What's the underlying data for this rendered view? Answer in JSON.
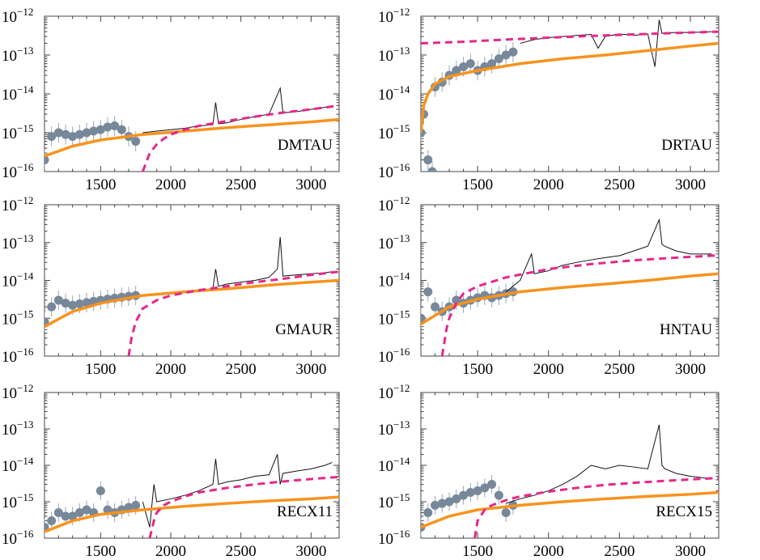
{
  "colors": {
    "spectrum": "#111111",
    "points": "#77889a",
    "errorbars": "#9aa7b4",
    "fit_orange": "#f7931e",
    "fit_magenta": "#e6278b",
    "frame": "#444444"
  },
  "chart_data": [
    {
      "type": "line",
      "name": "DMTAU",
      "xlim": [
        1100,
        3200
      ],
      "ylim": [
        1e-16,
        1e-12
      ],
      "yscale": "log",
      "xticks": [
        "1500",
        "2000",
        "2500",
        "3000"
      ],
      "yticks": [
        {
          "e": "-12",
          "v": 1e-12
        },
        {
          "e": "-13",
          "v": 1e-13
        },
        {
          "e": "-14",
          "v": 1e-14
        },
        {
          "e": "-15",
          "v": 1e-15
        },
        {
          "e": "-16",
          "v": 1e-16
        }
      ],
      "points": {
        "x": [
          1100,
          1150,
          1200,
          1250,
          1300,
          1350,
          1400,
          1450,
          1500,
          1550,
          1600,
          1650,
          1700,
          1750
        ],
        "y": [
          2e-16,
          8e-16,
          1e-15,
          9e-16,
          8e-16,
          9e-16,
          1e-15,
          1.1e-15,
          1.2e-15,
          1.4e-15,
          1.5e-15,
          1.2e-15,
          8e-16,
          6e-16
        ]
      },
      "spectrum": {
        "x": [
          1800,
          1900,
          2000,
          2100,
          2200,
          2300,
          2320,
          2340,
          2400,
          2500,
          2600,
          2700,
          2780,
          2800,
          2820,
          2900,
          3000,
          3100,
          3150
        ],
        "y": [
          1e-15,
          1.1e-15,
          1.2e-15,
          1.3e-15,
          1.5e-15,
          1.6e-15,
          6e-15,
          1.7e-15,
          1.8e-15,
          2.2e-15,
          2.6e-15,
          3e-15,
          1.4e-14,
          3.2e-15,
          3.3e-15,
          3.5e-15,
          4e-15,
          4.5e-15,
          5e-15
        ]
      },
      "fit_orange": {
        "x": [
          1100,
          1300,
          1500,
          1800,
          2100,
          2400,
          2700,
          3000,
          3200
        ],
        "y": [
          2.5e-16,
          4.5e-16,
          6.5e-16,
          9e-16,
          1.1e-15,
          1.35e-15,
          1.6e-15,
          1.9e-15,
          2.2e-15
        ]
      },
      "fit_magenta": {
        "x": [
          1800,
          1850,
          1900,
          1950,
          2000,
          2100,
          2200,
          2400,
          2600,
          2800,
          3000,
          3200
        ],
        "y": [
          1e-16,
          3e-16,
          5e-16,
          7e-16,
          9e-16,
          1.2e-15,
          1.5e-15,
          2e-15,
          2.6e-15,
          3.3e-15,
          4e-15,
          5e-15
        ]
      }
    },
    {
      "type": "line",
      "name": "DRTAU",
      "xlim": [
        1100,
        3200
      ],
      "ylim": [
        1e-16,
        1e-12
      ],
      "yscale": "log",
      "xticks": [
        "1500",
        "2000",
        "2500",
        "3000"
      ],
      "yticks": [
        {
          "e": "-12",
          "v": 1e-12
        },
        {
          "e": "-13",
          "v": 1e-13
        },
        {
          "e": "-14",
          "v": 1e-14
        },
        {
          "e": "-15",
          "v": 1e-15
        },
        {
          "e": "-16",
          "v": 1e-16
        }
      ],
      "points": {
        "x": [
          1100,
          1120,
          1150,
          1180,
          1200,
          1250,
          1300,
          1350,
          1400,
          1450,
          1500,
          1550,
          1600,
          1650,
          1700,
          1750
        ],
        "y": [
          1e-15,
          3e-15,
          2e-16,
          1e-16,
          1.5e-14,
          2e-14,
          3e-14,
          4e-14,
          5e-14,
          6e-14,
          4e-14,
          5e-14,
          6e-14,
          8e-14,
          1e-13,
          1.2e-13
        ]
      },
      "spectrum": {
        "x": [
          1800,
          1900,
          2000,
          2100,
          2200,
          2300,
          2350,
          2400,
          2500,
          2600,
          2700,
          2750,
          2780,
          2800,
          2820,
          2900,
          3000,
          3100,
          3150
        ],
        "y": [
          2e-13,
          2.5e-13,
          2.8e-13,
          3e-13,
          3.2e-13,
          3.4e-13,
          1.5e-13,
          3e-13,
          3.5e-13,
          3.2e-13,
          3.5e-13,
          5e-14,
          8e-13,
          3.6e-13,
          3.7e-13,
          3.8e-13,
          3.8e-13,
          3.9e-13,
          4e-13
        ]
      },
      "fit_orange": {
        "x": [
          1100,
          1120,
          1150,
          1200,
          1300,
          1500,
          1800,
          2100,
          2400,
          2700,
          3000,
          3200
        ],
        "y": [
          1e-15,
          5e-15,
          1e-14,
          1.8e-14,
          2.8e-14,
          4e-14,
          6e-14,
          8e-14,
          1e-13,
          1.3e-13,
          1.7e-13,
          2e-13
        ]
      },
      "fit_magenta": {
        "x": [
          1100,
          1400,
          1700,
          2000,
          2300,
          2600,
          2900,
          3200
        ],
        "y": [
          2e-13,
          2.2e-13,
          2.5e-13,
          2.8e-13,
          3.1e-13,
          3.4e-13,
          3.7e-13,
          4e-13
        ]
      }
    },
    {
      "type": "line",
      "name": "GMAUR",
      "xlim": [
        1100,
        3200
      ],
      "ylim": [
        1e-16,
        1e-12
      ],
      "yscale": "log",
      "xticks": [
        "1500",
        "2000",
        "2500",
        "3000"
      ],
      "yticks": [
        {
          "e": "-12",
          "v": 1e-12
        },
        {
          "e": "-13",
          "v": 1e-13
        },
        {
          "e": "-14",
          "v": 1e-14
        },
        {
          "e": "-15",
          "v": 1e-15
        },
        {
          "e": "-16",
          "v": 1e-16
        }
      ],
      "points": {
        "x": [
          1100,
          1150,
          1200,
          1250,
          1300,
          1350,
          1400,
          1450,
          1500,
          1550,
          1600,
          1650,
          1700,
          1750
        ],
        "y": [
          8e-16,
          2e-15,
          3e-15,
          2.5e-15,
          2.2e-15,
          2.4e-15,
          2.6e-15,
          2.8e-15,
          3e-15,
          3.2e-15,
          3.4e-15,
          3.6e-15,
          3.8e-15,
          4e-15
        ]
      },
      "spectrum": {
        "x": [
          1800,
          1900,
          2000,
          2100,
          2200,
          2300,
          2320,
          2340,
          2400,
          2500,
          2600,
          2700,
          2760,
          2780,
          2800,
          2900,
          3000,
          3100,
          3150
        ],
        "y": [
          4e-15,
          4.2e-15,
          4.5e-15,
          5e-15,
          5.5e-15,
          6e-15,
          2e-14,
          7e-15,
          8e-15,
          9e-15,
          1e-14,
          1.2e-14,
          2e-14,
          1.4e-13,
          1.3e-14,
          1.4e-14,
          1.5e-14,
          1.6e-14,
          1.7e-14
        ]
      },
      "fit_orange": {
        "x": [
          1100,
          1300,
          1500,
          1800,
          2100,
          2400,
          2700,
          3000,
          3200
        ],
        "y": [
          6e-16,
          1.5e-15,
          2.5e-15,
          4e-15,
          5e-15,
          6e-15,
          7.5e-15,
          9e-15,
          1e-14
        ]
      },
      "fit_magenta": {
        "x": [
          1700,
          1720,
          1750,
          1800,
          1900,
          2000,
          2200,
          2400,
          2600,
          2800,
          3000,
          3200
        ],
        "y": [
          1e-16,
          3e-16,
          8e-16,
          1.8e-15,
          3e-15,
          4e-15,
          5.5e-15,
          7e-15,
          9e-15,
          1.1e-14,
          1.4e-14,
          1.7e-14
        ]
      }
    },
    {
      "type": "line",
      "name": "HNTAU",
      "xlim": [
        1100,
        3200
      ],
      "ylim": [
        1e-16,
        1e-12
      ],
      "yscale": "log",
      "xticks": [
        "1500",
        "2000",
        "2500",
        "3000"
      ],
      "yticks": [
        {
          "e": "-12",
          "v": 1e-12
        },
        {
          "e": "-13",
          "v": 1e-13
        },
        {
          "e": "-14",
          "v": 1e-14
        },
        {
          "e": "-15",
          "v": 1e-15
        },
        {
          "e": "-16",
          "v": 1e-16
        }
      ],
      "points": {
        "x": [
          1100,
          1150,
          1200,
          1250,
          1300,
          1350,
          1400,
          1450,
          1500,
          1550,
          1600,
          1650,
          1700,
          1750
        ],
        "y": [
          1e-15,
          5e-15,
          2e-15,
          1.5e-15,
          2e-15,
          3e-15,
          2.5e-15,
          3e-15,
          3.5e-15,
          4e-15,
          3.5e-15,
          4e-15,
          4.5e-15,
          5e-15
        ]
      },
      "spectrum": {
        "x": [
          1700,
          1800,
          1880,
          1900,
          2000,
          2100,
          2200,
          2300,
          2400,
          2500,
          2600,
          2700,
          2780,
          2800,
          2820,
          2900,
          3000,
          3100,
          3150
        ],
        "y": [
          5e-15,
          1e-14,
          5e-14,
          1.5e-14,
          1.8e-14,
          2.5e-14,
          3e-14,
          3.5e-14,
          4e-14,
          4.5e-14,
          6e-14,
          8e-14,
          4e-13,
          9e-14,
          8e-14,
          6e-14,
          5e-14,
          5e-14,
          5e-14
        ]
      },
      "fit_orange": {
        "x": [
          1100,
          1300,
          1500,
          1800,
          2100,
          2400,
          2700,
          3000,
          3200
        ],
        "y": [
          7e-16,
          2e-15,
          3.2e-15,
          5e-15,
          6.5e-15,
          8e-15,
          1e-14,
          1.3e-14,
          1.5e-14
        ]
      },
      "fit_magenta": {
        "x": [
          1250,
          1280,
          1300,
          1350,
          1400,
          1500,
          1700,
          2000,
          2300,
          2600,
          2900,
          3200
        ],
        "y": [
          1e-16,
          5e-16,
          1e-15,
          2.5e-15,
          4.5e-15,
          7e-15,
          1.2e-14,
          2e-14,
          2.7e-14,
          3.4e-14,
          4e-14,
          4.6e-14
        ]
      }
    },
    {
      "type": "line",
      "name": "RECX11",
      "xlim": [
        1100,
        3200
      ],
      "ylim": [
        1e-16,
        1e-12
      ],
      "yscale": "log",
      "xticks": [
        "1500",
        "2000",
        "2500",
        "3000"
      ],
      "yticks": [
        {
          "e": "-12",
          "v": 1e-12
        },
        {
          "e": "-13",
          "v": 1e-13
        },
        {
          "e": "-14",
          "v": 1e-14
        },
        {
          "e": "-15",
          "v": 1e-15
        },
        {
          "e": "-16",
          "v": 1e-16
        }
      ],
      "points": {
        "x": [
          1100,
          1150,
          1200,
          1250,
          1300,
          1350,
          1400,
          1450,
          1500,
          1550,
          1600,
          1650,
          1700,
          1750
        ],
        "y": [
          2e-16,
          3e-16,
          5e-16,
          4e-16,
          4e-16,
          5e-16,
          6e-16,
          5e-16,
          2e-15,
          6e-16,
          5e-16,
          6e-16,
          7e-16,
          8e-16
        ]
      },
      "spectrum": {
        "x": [
          1800,
          1850,
          1880,
          1900,
          2000,
          2100,
          2200,
          2300,
          2320,
          2340,
          2400,
          2500,
          2600,
          2700,
          2760,
          2780,
          2800,
          2900,
          3000,
          3100,
          3150
        ],
        "y": [
          1e-15,
          2e-16,
          3e-15,
          1e-15,
          1.2e-15,
          1.5e-15,
          2e-15,
          3e-15,
          1.5e-14,
          3e-15,
          3.5e-15,
          4e-15,
          5e-15,
          5.5e-15,
          2e-14,
          3e-15,
          6e-15,
          7e-15,
          8e-15,
          1e-14,
          1.2e-14
        ]
      },
      "fit_orange": {
        "x": [
          1100,
          1300,
          1500,
          1800,
          2100,
          2400,
          2700,
          3000,
          3200
        ],
        "y": [
          1.5e-16,
          3e-16,
          4.5e-16,
          6e-16,
          7.5e-16,
          9e-16,
          1.05e-15,
          1.2e-15,
          1.35e-15
        ]
      },
      "fit_magenta": {
        "x": [
          1850,
          1880,
          1900,
          1950,
          2000,
          2100,
          2200,
          2400,
          2600,
          2800,
          3000,
          3200
        ],
        "y": [
          1e-16,
          3e-16,
          5e-16,
          8e-16,
          1e-15,
          1.4e-15,
          1.8e-15,
          2.4e-15,
          3e-15,
          3.6e-15,
          4.2e-15,
          4.8e-15
        ]
      }
    },
    {
      "type": "line",
      "name": "RECX15",
      "xlim": [
        1100,
        3200
      ],
      "ylim": [
        1e-16,
        1e-12
      ],
      "yscale": "log",
      "xticks": [
        "1500",
        "2000",
        "2500",
        "3000"
      ],
      "yticks": [
        {
          "e": "-12",
          "v": 1e-12
        },
        {
          "e": "-13",
          "v": 1e-13
        },
        {
          "e": "-14",
          "v": 1e-14
        },
        {
          "e": "-15",
          "v": 1e-15
        },
        {
          "e": "-16",
          "v": 1e-16
        }
      ],
      "points": {
        "x": [
          1100,
          1150,
          1200,
          1250,
          1300,
          1350,
          1400,
          1450,
          1500,
          1550,
          1600,
          1650,
          1700,
          1750
        ],
        "y": [
          2e-16,
          5e-16,
          8e-16,
          9e-16,
          1e-15,
          1.2e-15,
          1.5e-15,
          1.8e-15,
          2e-15,
          2.4e-15,
          3e-15,
          1.5e-15,
          5e-16,
          8e-16
        ]
      },
      "spectrum": {
        "x": [
          1700,
          1800,
          1900,
          2000,
          2100,
          2200,
          2300,
          2400,
          2500,
          2600,
          2700,
          2780,
          2800,
          2820,
          2900,
          3000,
          3100,
          3150
        ],
        "y": [
          9e-16,
          1.2e-15,
          1.5e-15,
          2e-15,
          3e-15,
          5e-15,
          1e-14,
          8e-15,
          1e-14,
          9e-15,
          8e-15,
          1.3e-13,
          1e-14,
          8e-15,
          6e-15,
          5e-15,
          4.5e-15,
          4.5e-15
        ]
      },
      "fit_orange": {
        "x": [
          1100,
          1300,
          1500,
          1800,
          2100,
          2400,
          2700,
          3000,
          3200
        ],
        "y": [
          2e-16,
          4e-16,
          6e-16,
          8e-16,
          1e-15,
          1.2e-15,
          1.4e-15,
          1.6e-15,
          1.8e-15
        ]
      },
      "fit_magenta": {
        "x": [
          1480,
          1500,
          1550,
          1600,
          1700,
          1800,
          2000,
          2200,
          2400,
          2600,
          2800,
          3000,
          3200
        ],
        "y": [
          1e-16,
          3e-16,
          6e-16,
          8e-16,
          1.1e-15,
          1.4e-15,
          1.9e-15,
          2.4e-15,
          2.9e-15,
          3.3e-15,
          3.7e-15,
          4.1e-15,
          4.5e-15
        ]
      }
    }
  ]
}
